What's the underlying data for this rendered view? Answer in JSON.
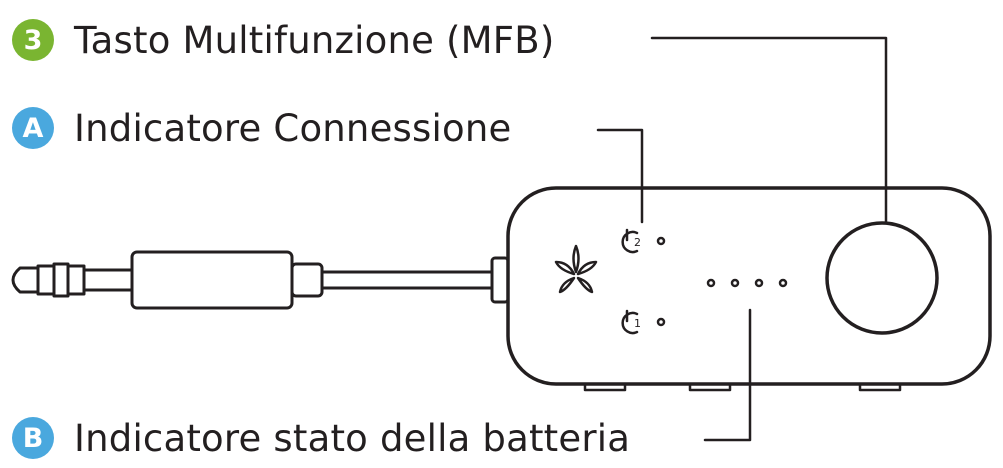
{
  "callouts": [
    {
      "marker": "3",
      "label": "Tasto Multifunzione (MFB)",
      "color": "#7ab531"
    },
    {
      "marker": "A",
      "label": "Indicatore Connessione",
      "color": "#4aa8de"
    },
    {
      "marker": "B",
      "label": "Indicatore stato della batteria",
      "color": "#4aa8de"
    }
  ],
  "device": {
    "led_icon_upper": "2",
    "led_icon_lower": "1",
    "battery_led_count": 4,
    "logo_icon": "avantree-leaf-logo-icon"
  },
  "colors": {
    "line": "#231f20",
    "badge_green": "#7ab531",
    "badge_blue": "#4aa8de"
  }
}
